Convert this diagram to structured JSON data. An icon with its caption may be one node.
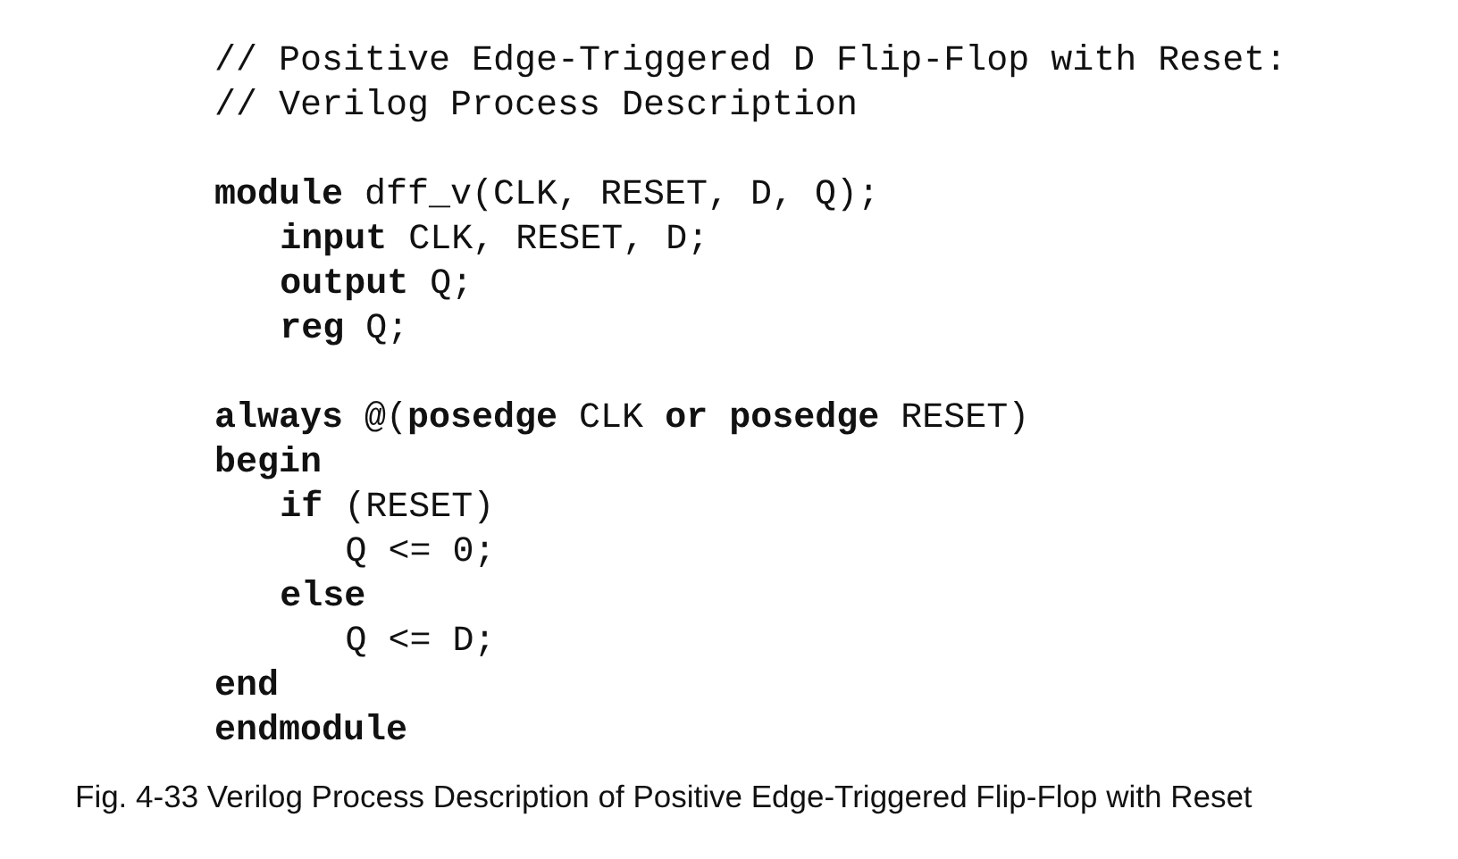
{
  "diagram": {
    "caption": "Fig. 4-33  Verilog Process Description of Positive Edge-Triggered Flip-Flop with Reset",
    "labels": [
      "// Positive Edge-Triggered D Flip-Flop with Reset:",
      "// Verilog Process Description",
      "**module** dff_v(CLK, RESET, D, Q);",
      "**input** CLK, RESET, D;",
      "**output** Q;",
      "**reg** Q;",
      "**always** @(**posedge** CLK **or** **posedge** RESET)",
      "**begin**",
      "**if** (RESET)",
      "Q <= 0;",
      "**else**",
      "Q <= D;",
      "**end**",
      "**endmodule**"
    ]
  }
}
